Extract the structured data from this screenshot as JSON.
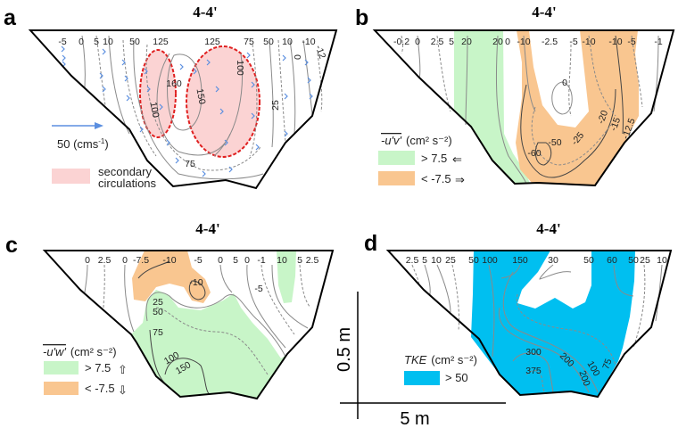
{
  "colors": {
    "secondary_circulation_fill": "#fbd3d3",
    "secondary_circulation_stroke": "#e02020",
    "positive_fill": "#c8f5c8",
    "negative_fill": "#f9c690",
    "tke_fill": "#00bff0",
    "velocity_arrow": "#5b8fe0"
  },
  "panels": {
    "a": {
      "letter": "a",
      "title": "4-4'",
      "top_labels": [
        "-5",
        "0",
        "5",
        "10",
        "50",
        "125",
        "125",
        "75",
        "50",
        "10",
        "-10"
      ],
      "inner_labels": [
        "160",
        "100",
        "150",
        "100",
        "0",
        "-12",
        "25",
        "75"
      ],
      "legend": {
        "arrow_value": "50 (cms",
        "arrow_unit_sup": "-1",
        "arrow_close": ")",
        "shade_label_1": "secondary",
        "shade_label_2": "circulations"
      }
    },
    "b": {
      "letter": "b",
      "title": "4-4'",
      "top_labels": [
        "-0.2",
        "0",
        "2.5",
        "5",
        "20",
        "20",
        "0",
        "-10",
        "-2.5",
        "-5",
        "-10",
        "-10",
        "-5",
        "-1"
      ],
      "inner_labels": [
        "0",
        "-20",
        "-15",
        "-12.5",
        "-25",
        "-50",
        "-60"
      ],
      "legend": {
        "quantity": "-u'v'",
        "unit": "(cm² s⁻²)",
        "pos_label": "> 7.5",
        "pos_arrow": "⇐",
        "neg_label": "< -7.5",
        "neg_arrow": "⇒"
      }
    },
    "c": {
      "letter": "c",
      "title": "4-4'",
      "top_labels": [
        "0",
        "2.5",
        "0",
        "-7.5",
        "-10",
        "-5",
        "0",
        "5",
        "0",
        "-1",
        "10",
        "5",
        "2.5"
      ],
      "inner_labels": [
        "-10",
        "-5",
        "25",
        "50",
        "75",
        "100",
        "150"
      ],
      "legend": {
        "quantity": "-u'w'",
        "unit": "(cm² s⁻²)",
        "pos_label": "> 7.5",
        "pos_arrow": "⇧",
        "neg_label": "< -7.5",
        "neg_arrow": "⇩"
      }
    },
    "d": {
      "letter": "d",
      "title": "4-4'",
      "top_labels": [
        "2.5",
        "5",
        "10",
        "25",
        "50",
        "100",
        "150",
        "30",
        "50",
        "60",
        "50",
        "25",
        "10"
      ],
      "inner_labels": [
        "300",
        "375",
        "200",
        "100",
        "200",
        "75"
      ],
      "legend": {
        "quantity": "TKE",
        "unit": "(cm² s⁻²)",
        "pos_label": "> 50"
      }
    }
  },
  "scale_bar": {
    "vertical": "0.5 m",
    "horizontal": "5 m"
  }
}
